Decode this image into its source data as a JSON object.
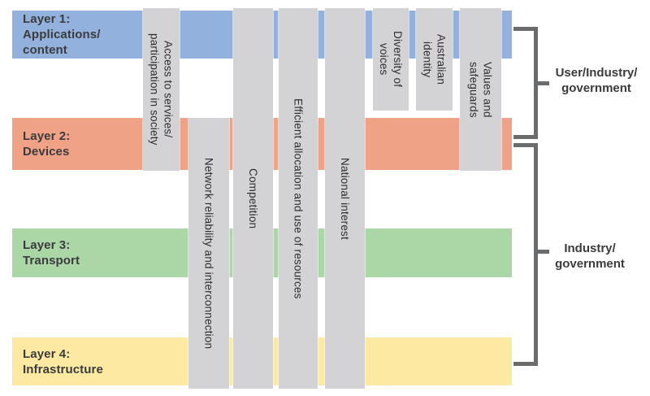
{
  "layers": [
    {
      "name": "layer-1",
      "label": "Layer 1:\nApplications/\ncontent",
      "color": "#92b2dd"
    },
    {
      "name": "layer-2",
      "label": "Layer 2:\nDevices",
      "color": "#f0a287"
    },
    {
      "name": "layer-3",
      "label": "Layer 3:\nTransport",
      "color": "#abd6a6"
    },
    {
      "name": "layer-4",
      "label": "Layer 4:\nInfrastructure",
      "color": "#fde9a2"
    }
  ],
  "pillars": [
    {
      "name": "access-to-services",
      "label": "Access to services/\nparticipation in society"
    },
    {
      "name": "network-reliability",
      "label": "Network reliability and interconnection"
    },
    {
      "name": "competition",
      "label": "Competition"
    },
    {
      "name": "efficient-allocation",
      "label": "Efficient allocation and use of resources"
    },
    {
      "name": "national-interest",
      "label": "National interest"
    },
    {
      "name": "diversity-of-voices",
      "label": "Diversity of\nvoices"
    },
    {
      "name": "australian-identity",
      "label": "Australian\nidentity"
    },
    {
      "name": "values-and-safeguards",
      "label": "Values and\nsafeguards"
    }
  ],
  "brackets": [
    {
      "name": "user-industry-government",
      "label": "User/Industry/\ngovernment"
    },
    {
      "name": "industry-government",
      "label": "Industry/\ngovernment"
    }
  ],
  "colors": {
    "layer1_blue": "#92b2dd",
    "layer2_salmon": "#f0a287",
    "layer3_green": "#abd6a6",
    "layer4_yellow": "#fde9a2",
    "pillar_gray": "#d3d3d5",
    "bracket_gray": "#696b6d",
    "text_dark": "#3b3b3d"
  }
}
